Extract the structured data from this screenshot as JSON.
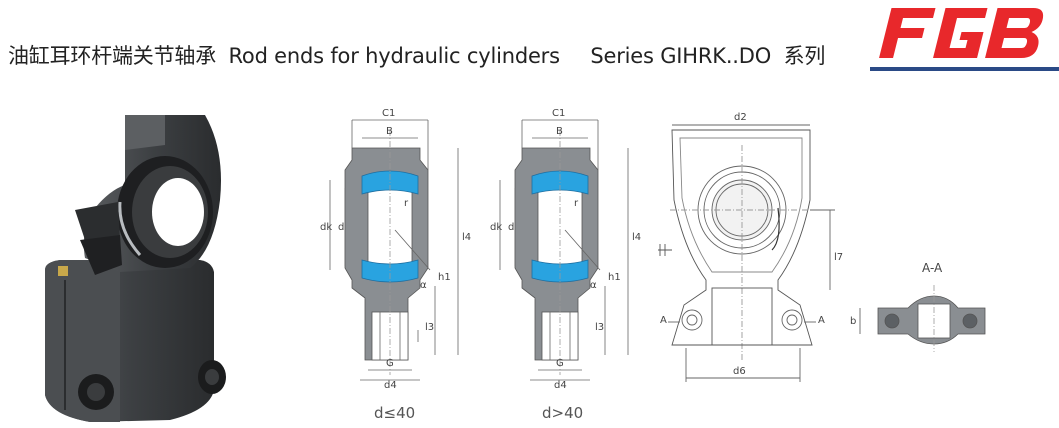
{
  "header": {
    "title_cn": "油缸耳环杆端关节轴承",
    "title_en": "Rod ends for hydraulic cylinders",
    "series": "Series GIHRK..DO",
    "series_cn": "系列"
  },
  "logo": {
    "text": "FGB",
    "color": "#e8282b"
  },
  "drawing1": {
    "labels": {
      "c1": "C1",
      "b": "B",
      "dk": "dk",
      "d": "d",
      "r": "r",
      "l4": "l4",
      "h1": "h1",
      "alpha": "α",
      "l3": "l3",
      "g": "G",
      "d4": "d4"
    },
    "caption": "d≤40"
  },
  "drawing2": {
    "labels": {
      "c1": "C1",
      "b": "B",
      "dk": "dk",
      "d": "d",
      "r": "r",
      "l4": "l4",
      "h1": "h1",
      "alpha": "α",
      "l3": "l3",
      "g": "G",
      "d4": "d4"
    },
    "caption": "d>40"
  },
  "drawing3": {
    "labels": {
      "d2": "d2",
      "l7": "l7",
      "a_left": "A",
      "a_right": "A",
      "d6": "d6"
    }
  },
  "section": {
    "title": "A-A",
    "b": "b"
  },
  "colors": {
    "accent_blue": "#29a3e0",
    "body_gray": "#7f8488",
    "line_gray": "#777777",
    "header_line": "#2a4a86"
  }
}
